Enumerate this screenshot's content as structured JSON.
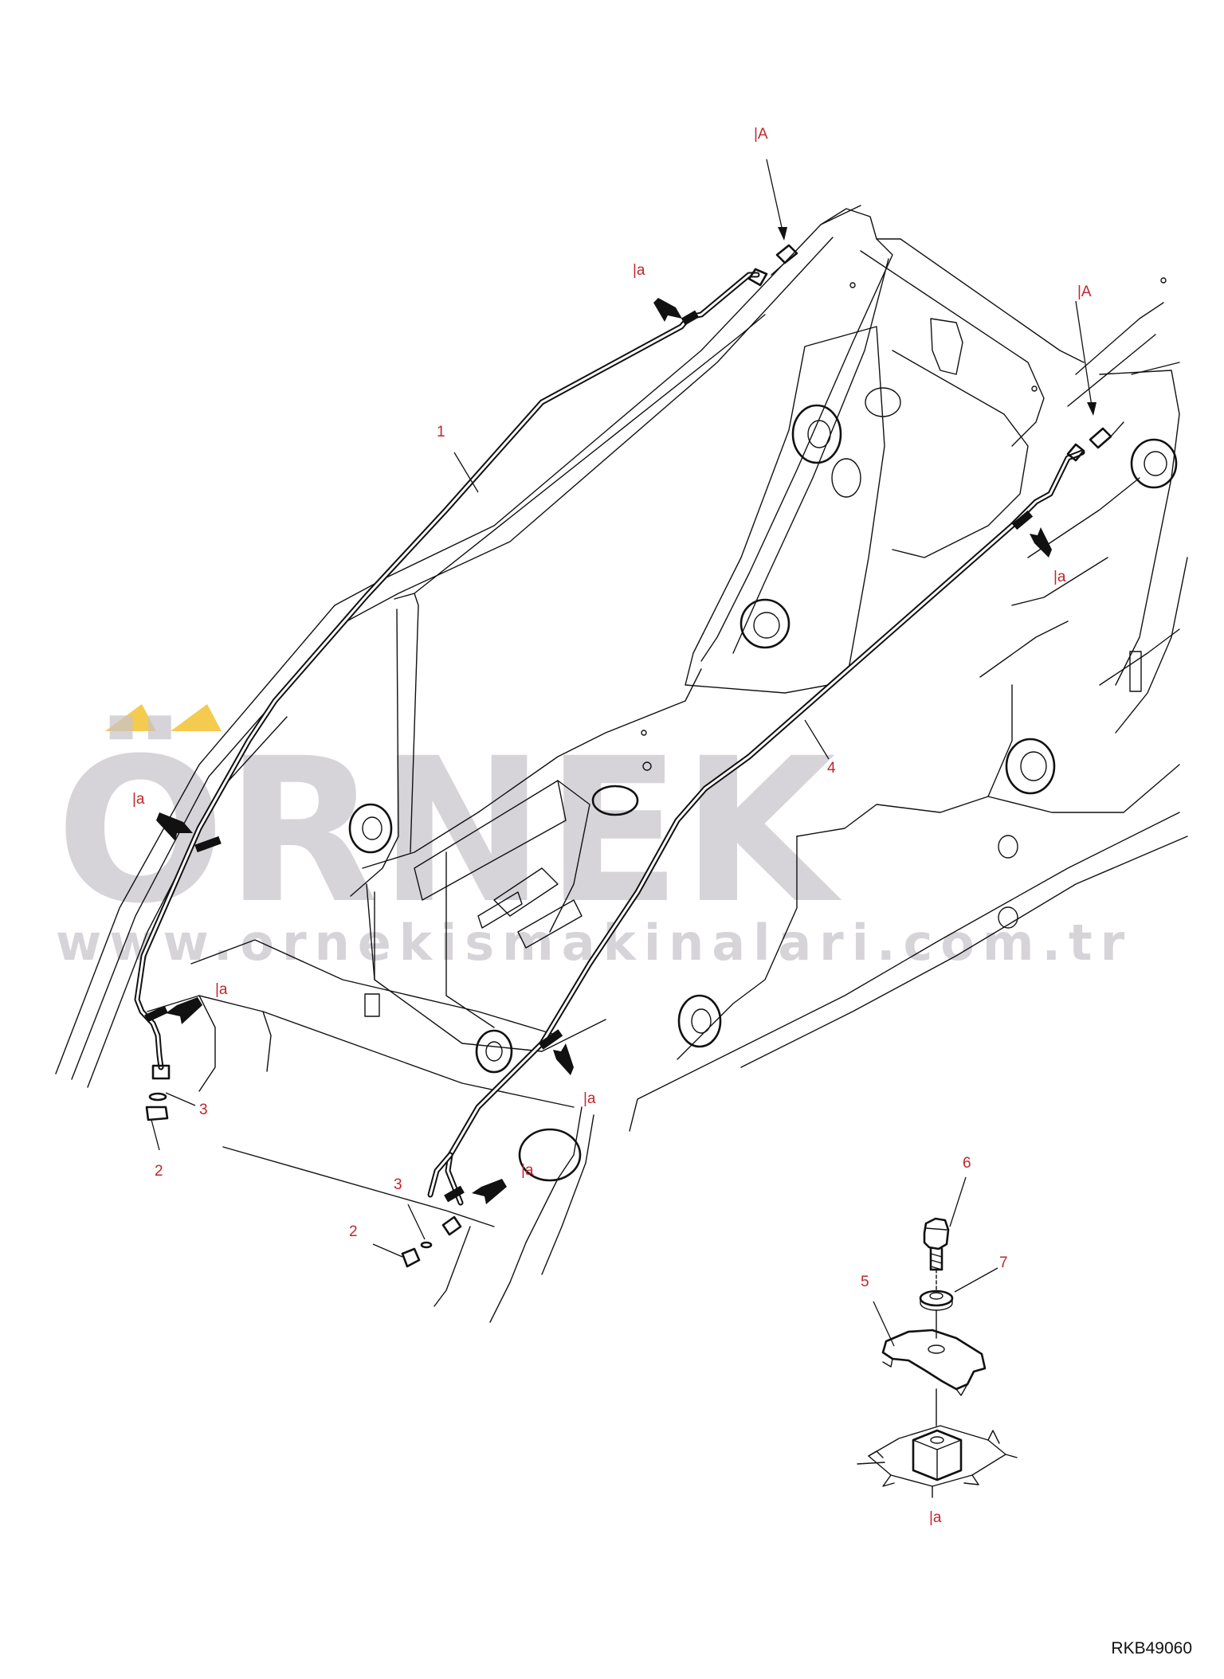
{
  "drawing_code": "RKB49060",
  "watermark": {
    "brand": "ÖRNEK",
    "url": "www.ornekismakinalari.com.tr",
    "accent_color": "#f2c230",
    "text_color": "#c7c4ca"
  },
  "callouts": {
    "detail_A": "|A",
    "detail_a": "|a",
    "part_1": "1",
    "part_2": "2",
    "part_3": "3",
    "part_4": "4",
    "part_5": "5",
    "part_6": "6",
    "part_7": "7"
  },
  "colors": {
    "callout": "#c0262c",
    "line": "#111111"
  }
}
